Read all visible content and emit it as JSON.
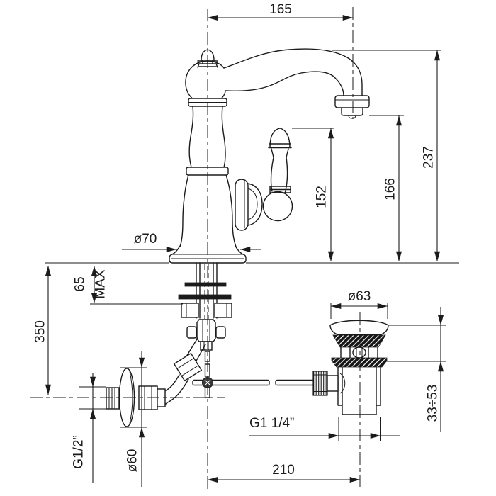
{
  "dims": {
    "spout_reach": "165",
    "overall_height": "237",
    "outlet_height": "166",
    "handle_height": "152",
    "base_diameter": "ø70",
    "deck_max": "65",
    "deck_max_suffix": "MAX",
    "supply_length": "350",
    "waste_cap_diameter": "ø63",
    "waste_adjust": "33÷53",
    "waste_thread": "G1 1/4”",
    "centers_distance": "210",
    "supply_thread": "G1/2”",
    "flange_diameter": "ø60"
  }
}
